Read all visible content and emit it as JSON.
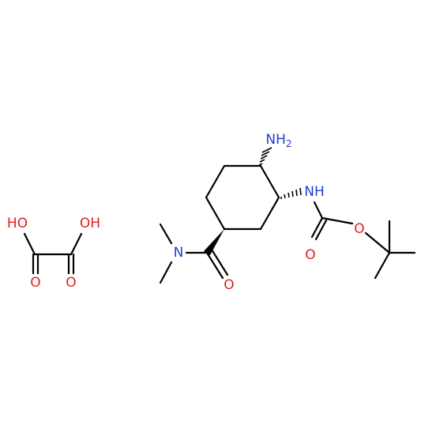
{
  "colors": {
    "bond": "#000000",
    "nitrogen": "#1f3fd1",
    "oxygen": "#e0201b"
  },
  "molecule": {
    "amine_label": "NH",
    "amine_subscript": "2",
    "carbamate_n_label": "NH",
    "amide_n_label": "N",
    "carbamate_o_single": "O",
    "carbamate_o_double": "O",
    "amide_o_double": "O"
  },
  "oxalic_acid": {
    "left_oh": "HO",
    "right_oh": "OH",
    "left_o": "O",
    "right_o": "O"
  }
}
